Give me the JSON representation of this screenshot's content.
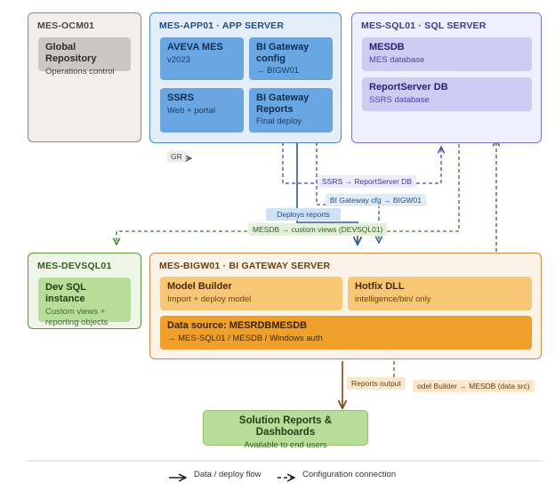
{
  "servers": {
    "ocm": {
      "title": "MES-OCM01",
      "boxes": [
        {
          "title": "Global Repository",
          "sub": "Operations control"
        }
      ]
    },
    "app": {
      "title": "MES-APP01 · APP SERVER",
      "boxes": [
        {
          "title": "AVEVA MES",
          "sub": "v2023"
        },
        {
          "title": "BI Gateway\nconfig",
          "sub": "→ BIGW01"
        },
        {
          "title": "SSRS",
          "sub": "Web + portal"
        },
        {
          "title": "BI Gateway\nReports",
          "sub": "Final deploy"
        }
      ]
    },
    "sql": {
      "title": "MES-SQL01 · SQL SERVER",
      "boxes": [
        {
          "title": "MESDB",
          "sub": "MES database"
        },
        {
          "title": "ReportServer DB",
          "sub": "SSRS database"
        }
      ]
    },
    "devsql": {
      "title": "MES-DEVSQL01",
      "boxes": [
        {
          "title": "Dev SQL instance",
          "sub": "Custom views +\nreporting objects"
        }
      ]
    },
    "bigw": {
      "title": "MES-BIGW01 · BI GATEWAY SERVER",
      "boxes": [
        {
          "title": "Model Builder",
          "sub": "Import + deploy model"
        },
        {
          "title": "Hotfix DLL",
          "sub": "intelligence/bin/ only"
        },
        {
          "title": "Data source: MESRDBMESDB",
          "sub": "→ MES-SQL01 / MESDB / Windows auth"
        }
      ]
    }
  },
  "output": {
    "title": "Solution Reports & Dashboards",
    "sub": "Available to end users"
  },
  "connections": {
    "gr": "GR",
    "ssrs_rs": "SSRS → ReportServer DB",
    "bi_cfg": "BI Gateway cfg → BIGW01",
    "deploys": "Deploys reports",
    "mesdb_views": "MESDB → custom views (DEVSQL01)",
    "reports_output": "Reports output",
    "model_mesdb": "odel Builder → MESDB (data src)"
  },
  "legend": {
    "solid": "Data / deploy flow",
    "dashed": "Configuration connection"
  },
  "colors": {
    "gray_border": "#8a8880",
    "gray_fill": "#f1efec",
    "blue_border": "#4a86c2",
    "blue_fill": "#e4eef9",
    "blue_box": "#6aa6e2",
    "purple_border": "#7b76c8",
    "purple_fill": "#efeefb",
    "purple_box": "#cfcbf3",
    "green_border": "#5a9440",
    "green_fill": "#eef6e7",
    "green_box": "#b8dc99",
    "orange_border": "#c58a4a",
    "orange_fill": "#fbf3e8",
    "orange_box": "#f8c776",
    "orange_dark": "#eea02a"
  }
}
